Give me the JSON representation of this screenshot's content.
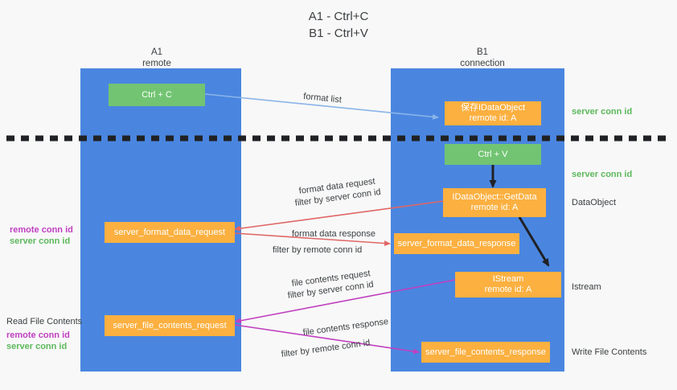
{
  "title": "A1 - Ctrl+C\nB1 - Ctrl+V",
  "colors": {
    "background": "#f8f8f8",
    "lane": "#4a86e0",
    "box_green": "#72c472",
    "box_orange": "#fbb040",
    "text": "#3c4043",
    "accent_green": "#5cb85c",
    "accent_purple": "#c040c0",
    "arrow_lightblue": "#8ab4e8",
    "arrow_red": "#e06666",
    "arrow_magenta": "#c040c0",
    "arrow_black": "#202124",
    "divider": "#202124"
  },
  "columns": [
    {
      "name": "A1",
      "sub": "remote",
      "header": "A1\nremote"
    },
    {
      "name": "B1",
      "sub": "connection",
      "header": "B1\nconnection"
    }
  ],
  "boxes": {
    "ctrl_c": "Ctrl + C",
    "ctrl_v": "Ctrl + V",
    "save_dataobject": "保存IDataObject\nremote id: A",
    "getdata": "IDataObject::GetData\nremote id: A",
    "istream": "IStream\nremote id: A",
    "server_format_data_request": "server_format_data_request",
    "server_format_data_response": "server_format_data_response",
    "server_file_contents_request": "server_file_contents_request",
    "server_file_contents_response": "server_file_contents_response"
  },
  "arrow_labels": {
    "format_list": "format list",
    "format_data_request": "format data request",
    "format_data_request_filter_prefix": "filter by ",
    "format_data_request_filter_key": "server conn id",
    "format_data_response": "format data response",
    "format_data_response_filter_prefix": "filter by ",
    "format_data_response_filter_key": "remote conn id",
    "file_contents_request": "file contents request",
    "file_contents_request_filter_prefix": "filter by ",
    "file_contents_request_filter_key": "server conn id",
    "file_contents_response": "file contents response",
    "file_contents_response_filter_prefix": "filter by ",
    "file_contents_response_filter_key": "remote conn id"
  },
  "right_labels": {
    "server_conn_id_top": "server conn id",
    "server_conn_id_mid": "server conn id",
    "dataobject": "DataObject",
    "istream": "Istream",
    "write_file_contents": "Write File Contents"
  },
  "left_labels": {
    "remote_conn_id_1": "remote conn id",
    "server_conn_id_1": "server conn id",
    "read_file_contents": "Read File Contents",
    "remote_conn_id_2": "remote conn id",
    "server_conn_id_2": "server conn id"
  }
}
